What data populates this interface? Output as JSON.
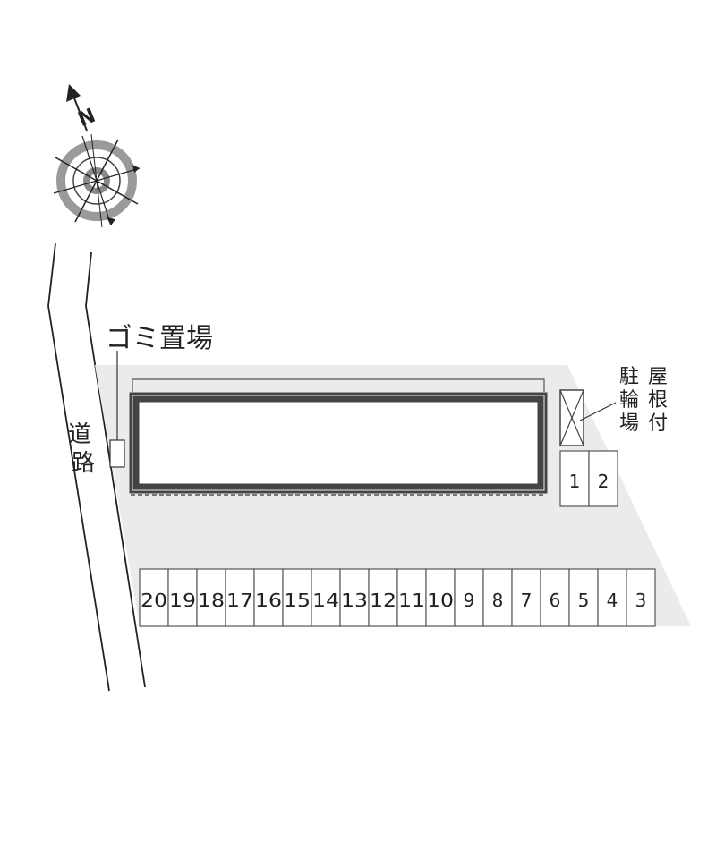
{
  "map": {
    "north_label": "N",
    "road_label": [
      "道",
      "路"
    ],
    "garbage_label": "ゴミ置場",
    "bike_parking_label_col1": [
      "駐",
      "輪",
      "場"
    ],
    "bike_parking_label_col2": [
      "屋",
      "根",
      "付"
    ],
    "parking_slots_row": [
      "20",
      "19",
      "18",
      "17",
      "16",
      "15",
      "14",
      "13",
      "12",
      "11",
      "10",
      "9",
      "8",
      "7",
      "6",
      "5",
      "4",
      "3"
    ],
    "parking_slots_side": [
      "1",
      "2"
    ],
    "colors": {
      "lot": "#ebebeb",
      "building_outline": "#444444",
      "road_line": "#222222",
      "compass_ring": "#9a9a9a"
    }
  }
}
